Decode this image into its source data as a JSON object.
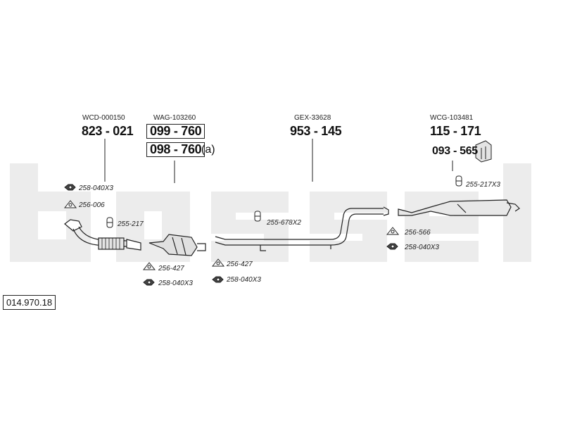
{
  "diagram_code": "014.970.18",
  "parts": [
    {
      "ref": "WCD-000150",
      "numbers": [
        "823 - 021"
      ]
    },
    {
      "ref": "WAG-103260",
      "numbers": [
        "099 - 760",
        "098 - 760"
      ],
      "suffix": "(a)"
    },
    {
      "ref": "GEX-33628",
      "numbers": [
        "953 - 145"
      ]
    },
    {
      "ref": "WCG-103481",
      "numbers": [
        "115 - 171",
        "093 - 565"
      ]
    }
  ],
  "accessories": [
    "258-040X3",
    "256-006",
    "255-217",
    "256-427",
    "258-040X3",
    "256-427",
    "258-040X3",
    "255-678X2",
    "256-566",
    "258-040X3",
    "255-217X3"
  ],
  "colors": {
    "line": "#222222",
    "watermark": "#ececec",
    "fill": "#dddddd"
  }
}
